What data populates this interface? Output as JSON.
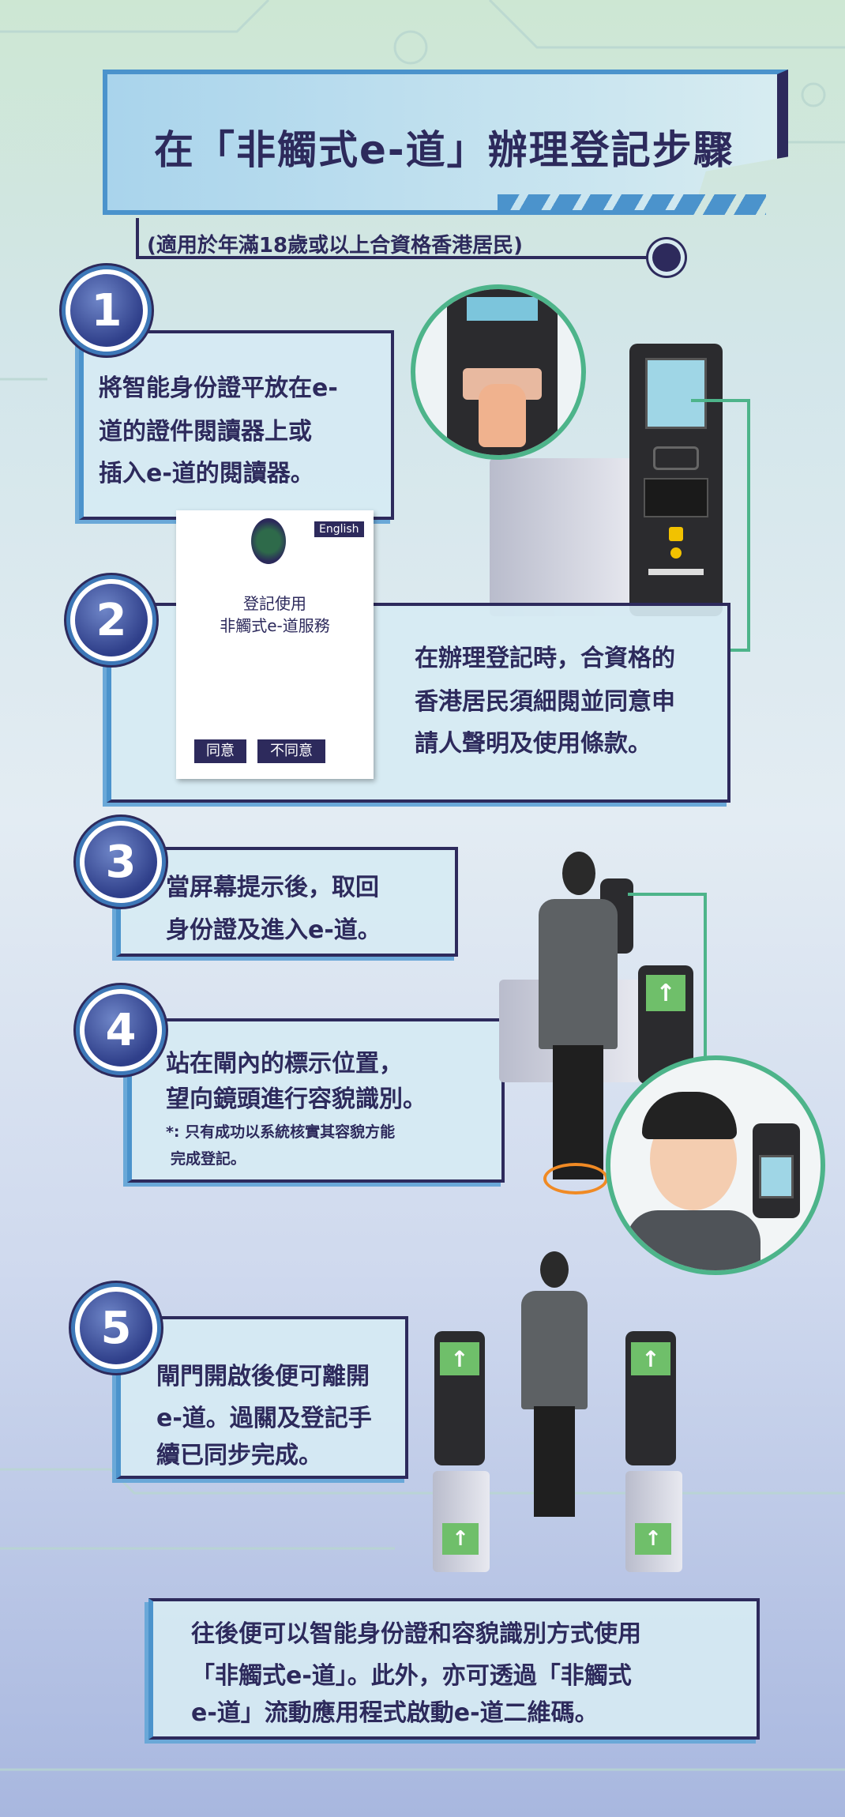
{
  "title": "在「非觸式e-道」辦理登記步驟",
  "subtitle": "(適用於年滿18歲或以上合資格香港居民)",
  "steps": [
    {
      "number": "1",
      "lines": [
        "將智能身份證平放在e-",
        "道的證件閱讀器上或",
        "插入e-道的閱讀器。"
      ]
    },
    {
      "number": "2",
      "lines": [
        "在辦理登記時，合資格的",
        "香港居民須細閱並同意申",
        "請人聲明及使用條款。"
      ]
    },
    {
      "number": "3",
      "lines": [
        "當屏幕提示後，取回",
        "身份證及進入e-道。"
      ]
    },
    {
      "number": "4",
      "lines": [
        "站在閘內的標示位置，",
        "望向鏡頭進行容貌識別。"
      ],
      "note": [
        "*: 只有成功以系統核實其容貌方能",
        "完成登記。"
      ]
    },
    {
      "number": "5",
      "lines": [
        "閘門開啟後便可離開",
        "e-道。過關及登記手",
        "續已同步完成。"
      ]
    }
  ],
  "screen": {
    "language_button": "English",
    "heading": [
      "登記使用",
      "非觸式e-道服務"
    ],
    "agree": "同意",
    "disagree": "不同意"
  },
  "footer": [
    "往後便可以智能身份證和容貌識別方式使用",
    "「非觸式e-道」。此外，亦可透過「非觸式",
    "e-道」流動應用程式啟動e-道二維碼。"
  ]
}
